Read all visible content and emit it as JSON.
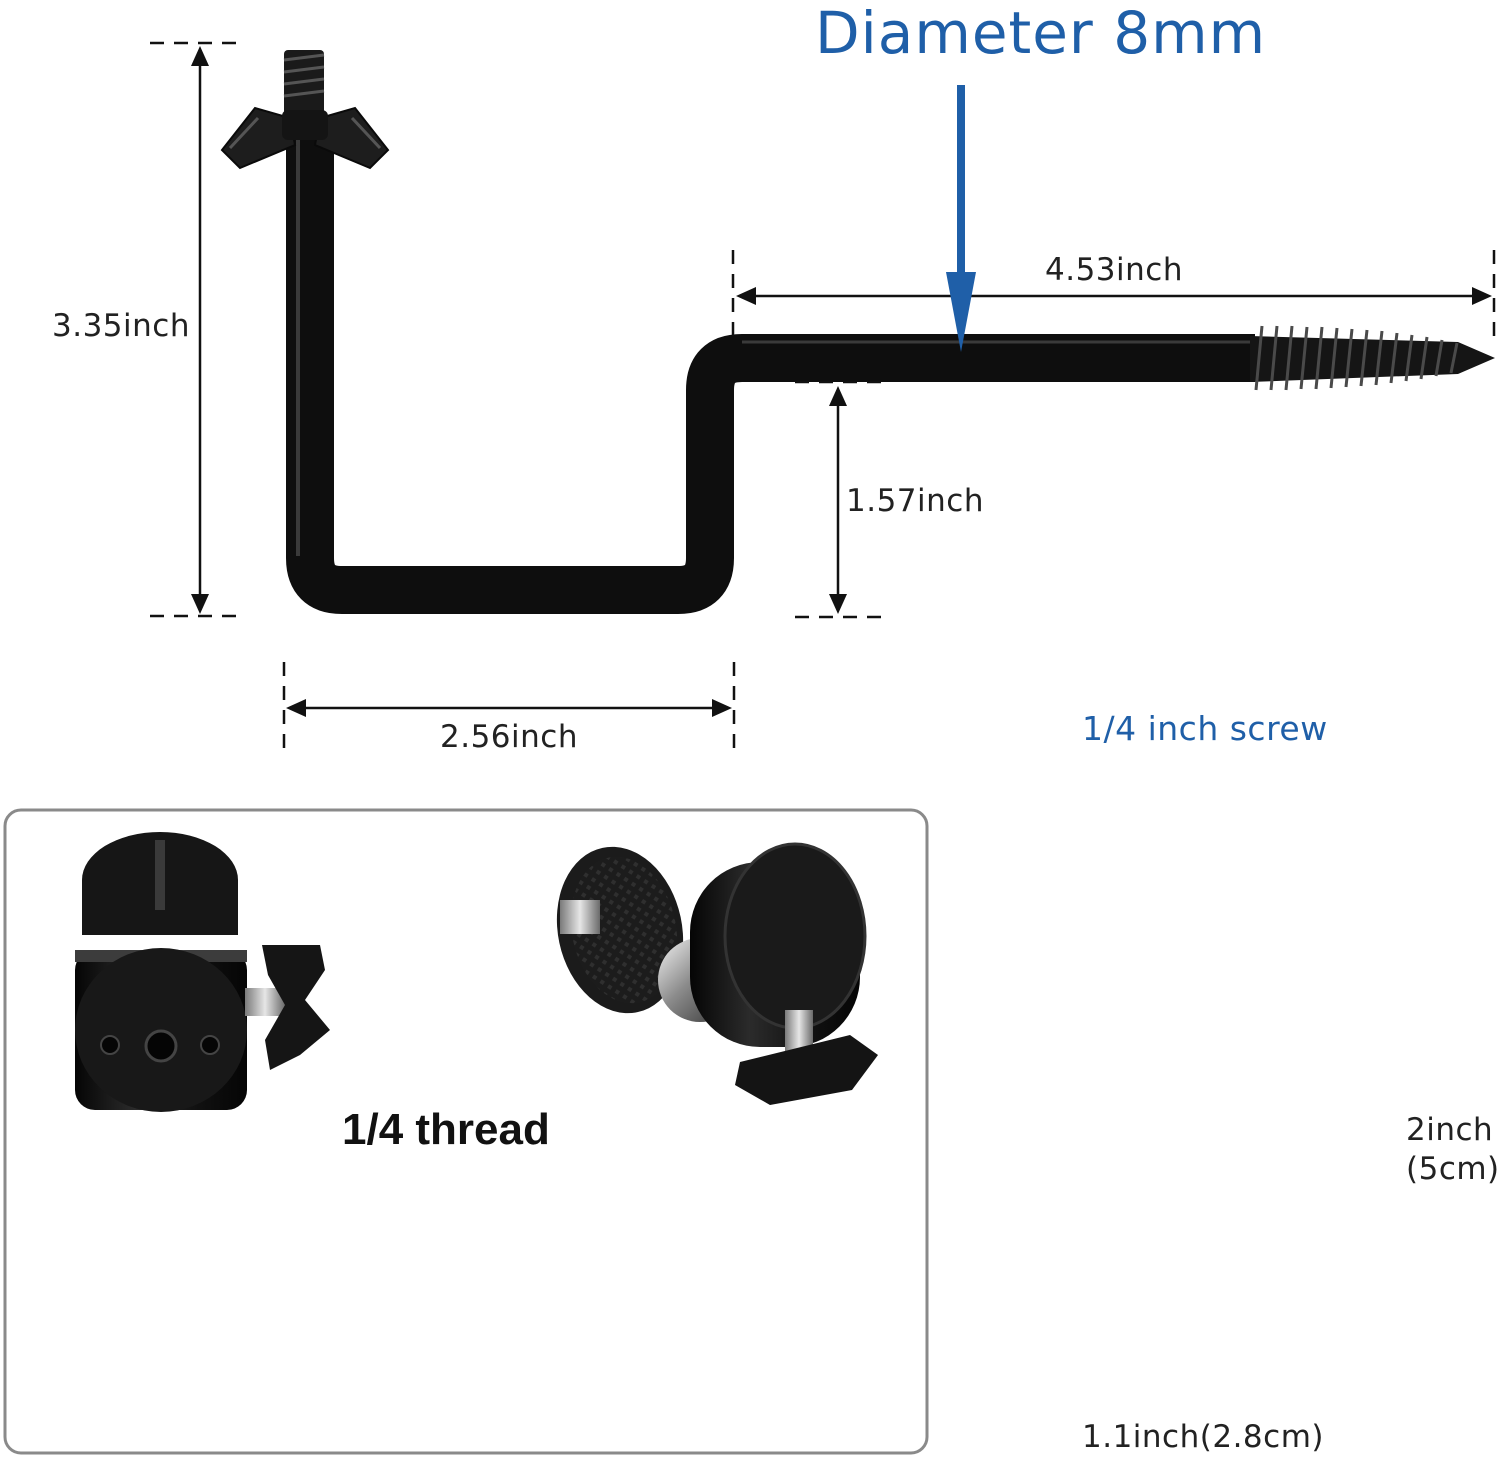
{
  "callouts": {
    "diameter": "Diameter 8mm",
    "screw": "1/4 inch screw",
    "thread": "1/4 thread"
  },
  "dimensions": {
    "height_total": "3.35inch",
    "arm_length": "4.53inch",
    "offset_height": "1.57inch",
    "base_width": "2.56inch",
    "ballhead_height": "2inch",
    "ballhead_height_metric": "(5cm)",
    "ballhead_width": "1.1inch(2.8cm)"
  },
  "colors": {
    "callout_blue": "#1f5fa8",
    "metal_black": "#111111",
    "dimension_line": "#111111"
  }
}
